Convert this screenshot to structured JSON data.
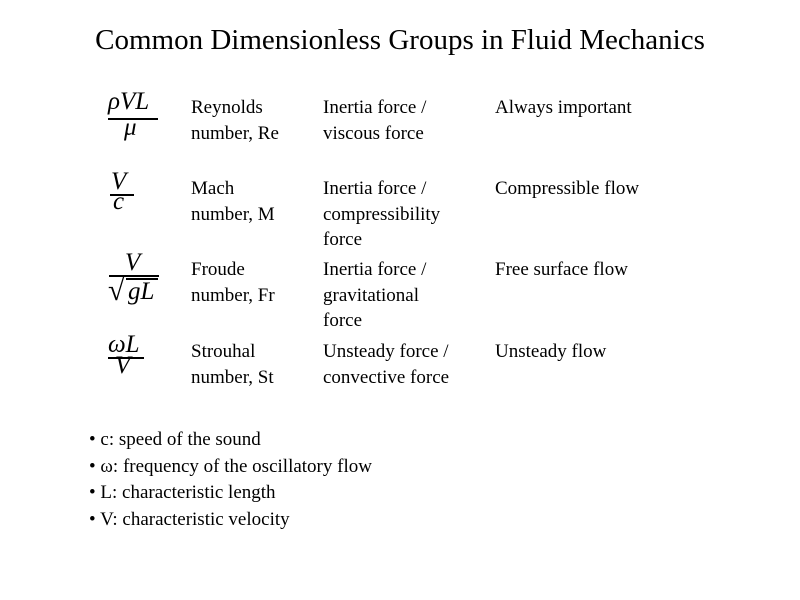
{
  "title": "Common Dimensionless Groups in Fluid Mechanics",
  "rows": [
    {
      "formula": {
        "numerator": "ρVL",
        "denominator": "μ"
      },
      "name": [
        "Reynolds",
        "number, Re"
      ],
      "description": [
        "Inertia force /",
        "viscous force"
      ],
      "importance": "Always important"
    },
    {
      "formula": {
        "numerator": "V",
        "denominator": "c"
      },
      "name": [
        "Mach",
        "number, M"
      ],
      "description": [
        "Inertia force /",
        "compressibility",
        "force"
      ],
      "importance": "Compressible flow"
    },
    {
      "formula": {
        "numerator": "V",
        "radical": "√",
        "denominator": "gL"
      },
      "name": [
        "Froude",
        "number, Fr"
      ],
      "description": [
        "Inertia force /",
        "gravitational",
        "force"
      ],
      "importance": "Free surface flow"
    },
    {
      "formula": {
        "numerator": "ωL",
        "denominator": "V"
      },
      "name": [
        "Strouhal",
        "number, St"
      ],
      "description": [
        "Unsteady force /",
        "convective force"
      ],
      "importance": "Unsteady flow"
    }
  ],
  "bullet_symbol": "•",
  "notes": [
    "c: speed of the sound",
    "ω: frequency of the oscillatory flow",
    "L: characteristic length",
    "V: characteristic velocity"
  ]
}
